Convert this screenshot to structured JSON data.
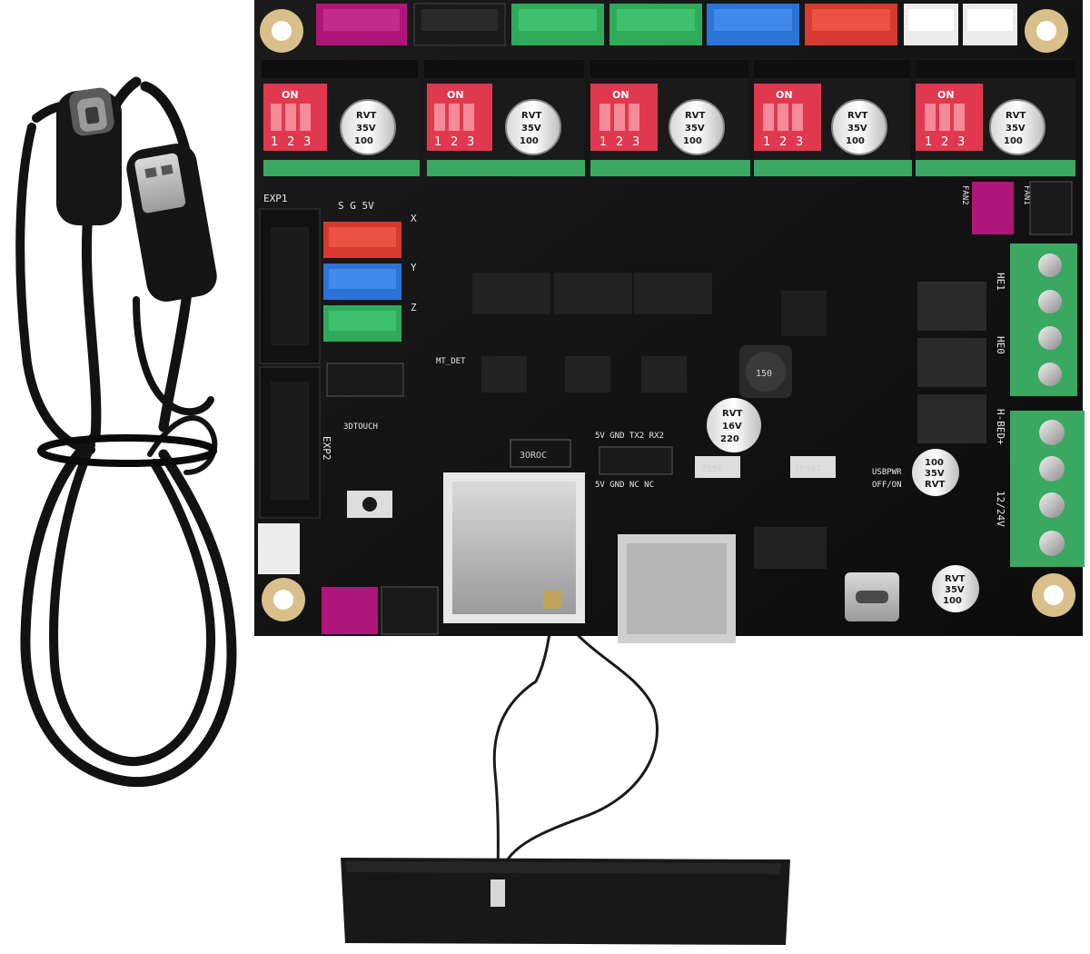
{
  "photo": {
    "subject": "3D printer control board with USB-C cable and Wi-Fi antenna",
    "colors": {
      "background": "#ffffff",
      "pcb": "#141414",
      "header_red": "#d63a2e",
      "header_blue": "#2b74d6",
      "header_green": "#2faa5a",
      "header_magenta": "#b0167a",
      "terminal_green": "#3aa860",
      "dip_red": "#e0394f",
      "brass": "#d9c08a",
      "cable": "#111111"
    },
    "board": {
      "driver_dip_labels": {
        "on": "ON",
        "num1": "1",
        "num2": "2",
        "num3": "3"
      },
      "capacitor_labels": {
        "line1": "RVT",
        "line2": "35V",
        "line3": "100"
      },
      "capacitor_220_labels": {
        "line1": "RVT",
        "line2": "16V",
        "line3": "220"
      },
      "inductor_label": "150",
      "resistor_label": "3OROC",
      "silk": {
        "exp1": "EXP1",
        "exp2": "EXP2",
        "sgv": "S G 5V",
        "x": "X",
        "y": "Y",
        "z": "Z",
        "mt_det": "MT_DET",
        "touch": "3DTOUCH",
        "fan2": "FAN2",
        "fan1": "FAN1",
        "he1": "HE1",
        "he0": "HE0",
        "bed": "H-BED+",
        "power": "12/24V",
        "usbpwr": "USBPWR",
        "offon": "OFF/ON",
        "rx2": "5V GND TX2 RX2",
        "gnd_nc": "5V GND NC NC",
        "t150": "T150",
        "t1050": "1050T"
      }
    }
  }
}
